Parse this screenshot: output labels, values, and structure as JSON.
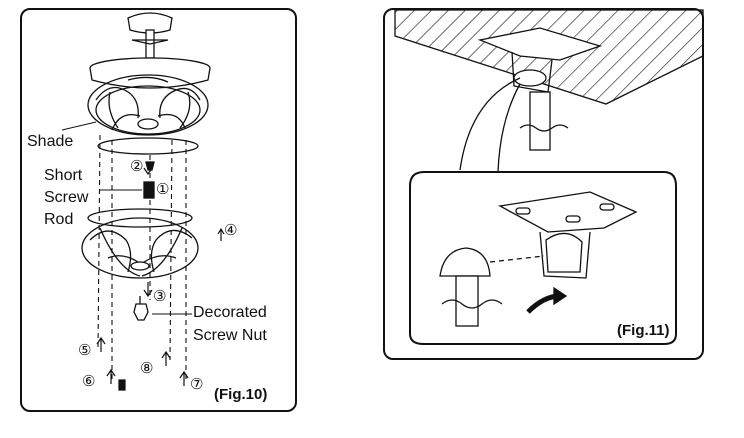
{
  "fig10": {
    "caption": "(Fig.10)",
    "labels": {
      "shade": "Shade",
      "short_screw_rod_line1": "Short",
      "short_screw_rod_line2": "Screw",
      "short_screw_rod_line3": "Rod",
      "decorated_line1": "Decorated",
      "decorated_line2": "Screw Nut"
    },
    "steps": {
      "s1": "①",
      "s2": "②",
      "s3": "③",
      "s4": "④",
      "s5": "⑤",
      "s6": "⑥",
      "s7": "⑦",
      "s8": "⑧"
    }
  },
  "fig11": {
    "caption": "(Fig.11)"
  }
}
